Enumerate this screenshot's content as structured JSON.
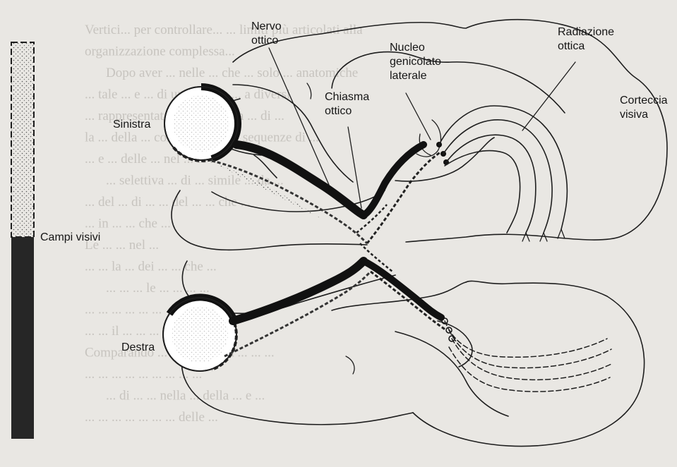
{
  "labels": {
    "nervo_ottico": [
      "Nervo",
      "ottico"
    ],
    "nucleo_genicolato": [
      "Nucleo",
      "genicolato",
      "laterale"
    ],
    "radiazione_ottica": [
      "Radiazione",
      "ottica"
    ],
    "chiasma_ottico": [
      "Chiasma",
      "ottico"
    ],
    "corteccia_visiva": [
      "Corteccia",
      "visiva"
    ],
    "sinistra": "Sinistra",
    "destra": "Destra",
    "campi_visivi": "Campi visivi"
  },
  "background_text": [
    "Vertici... per controllare... ... limiti più articolati alla",
    "organizzazione complessa...",
    "Dopo aver ... nelle ... che ... solo ... anatomiche",
    "... tale ... e ... di un sistema ... a diversi",
    "... rappresentata ... il ... di una ... di ...",
    "la ... della ... come ... delle ... sequenze di ...",
    "... e ... delle ... nel ... le ...",
    "... selettiva ... di ... simile ... da ...",
    "... del ... di ... ... del ... ... che ...",
    "... in ... ... che ...",
    "Le ... ... nel ...",
    "... ... la ... dei ... ... che ...",
    "... ... ... le ... ... ... ...",
    "... ... ... ... ... ...",
    "... ... il ... ... ... ...",
    "Comparando ... ... ... ... ... la ... ... ...",
    "... ... ... ... ... ... ... ... ...",
    "... di ... ... nella ... della ... e ...",
    "... ... ... ... ... ... ... delle ..."
  ],
  "colors": {
    "page": "#e9e7e3",
    "ink": "#1e1e1e",
    "print_through": "#c7c4bf",
    "stipple": "#444444"
  }
}
